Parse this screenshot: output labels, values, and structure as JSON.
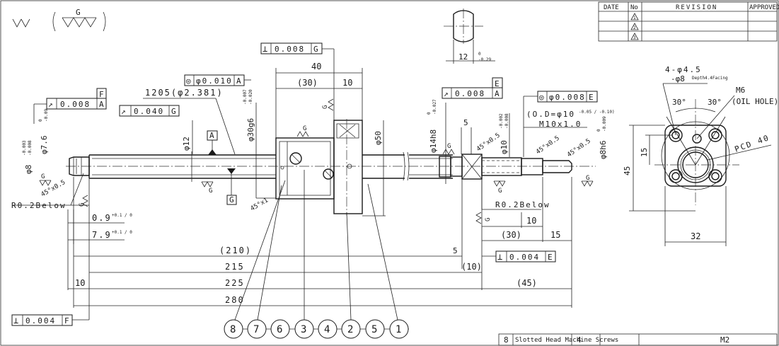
{
  "surface_symbols": {
    "plain": "▽▽",
    "grind_label": "G",
    "grind": "▽▽▽"
  },
  "revision_table": {
    "headers": [
      "DATE",
      "No",
      "REVISION",
      "APPROVED"
    ],
    "rows": [
      "1",
      "2",
      "3"
    ]
  },
  "fcf": {
    "perp_g": {
      "symbol": "⊥",
      "value": "0.008",
      "datum": "G"
    },
    "conc_a": {
      "symbol": "◎",
      "value": "φ0.010",
      "datum": "A"
    },
    "runout_a_left": {
      "symbol": "↗",
      "value": "0.008",
      "datum": "A"
    },
    "tot_runout_g": {
      "symbol": "↗",
      "value": "0.040",
      "datum": "G"
    },
    "runout_a_right": {
      "symbol": "↗",
      "value": "0.008",
      "datum": "A"
    },
    "conc_e": {
      "symbol": "◎",
      "value": "φ0.008",
      "datum": "E"
    },
    "perp_e": {
      "symbol": "⊥",
      "value": "0.004",
      "datum": "E"
    },
    "perp_f": {
      "symbol": "⊥",
      "value": "0.004",
      "datum": "F"
    }
  },
  "datums": {
    "F": "F",
    "E": "E",
    "A": "A",
    "G": "G",
    "G_small": "G"
  },
  "dims": {
    "d40": "40",
    "d30p": "(30)",
    "d10a": "10",
    "lead": "1205(φ2.381)",
    "d12": "φ12",
    "d30g6": "φ30g6",
    "d30g6_up": "-0.007",
    "d30g6_lo": "-0.020",
    "d76": "φ7.6",
    "d76_up": "0",
    "d76_lo": "-0.09",
    "d8": "φ8",
    "d8_up": "-0.003",
    "d8_lo": "-0.008",
    "chamfer_left": "45°x0.5",
    "r02_left": "R0.2Below",
    "g09": "0.9",
    "g09_tol": "+0.1 / 0",
    "g79": "7.9",
    "g79_tol": "+0.1 / 0",
    "chamfer_nut": "45°x1",
    "d50": "φ50",
    "d14h8": "φ14h8",
    "d14h8_up": "0",
    "d14h8_lo": "-0.027",
    "d5": "5",
    "d10": "φ10",
    "d10_up": "-0.002",
    "d10_lo": "-0.008",
    "od": "(O.D=φ10",
    "od_tol": "-0.05 / -0.10)",
    "m10": "M10x1.0",
    "chamfer_a": "45°x0.5",
    "chamfer_b": "45°x0.5",
    "chamfer_c": "45°x0.5",
    "d8h6": "φ8h6",
    "d8h6_up": "0",
    "d8h6_lo": "-0.009",
    "r02_right": "R0.2Below",
    "d10b": "10",
    "d30r": "(30)",
    "d15": "15",
    "d210": "(210)",
    "d5b": "5",
    "d215": "215",
    "d10p": "(10)",
    "d10c": "10",
    "d225": "225",
    "d45p": "(45)",
    "d280": "280",
    "d12top": "12",
    "d12top_up": "0",
    "d12top_lo": "-0.29"
  },
  "flange_view": {
    "holes": "4-φ4.5",
    "cbore": "-φ8",
    "cbore_note": "Depth4.4Facing",
    "m6": "M6",
    "oil": "(OIL HOLE)",
    "a30l": "30°",
    "a30r": "30°",
    "pcd": "PCD 40",
    "d15": "15",
    "d45": "45",
    "d32": "32"
  },
  "balloons": [
    "8",
    "7",
    "6",
    "3",
    "4",
    "2",
    "5",
    "1"
  ],
  "parts_list": {
    "no": "8",
    "name": "Slotted Head Machine Screws",
    "qty": "4",
    "spec": "M2"
  }
}
